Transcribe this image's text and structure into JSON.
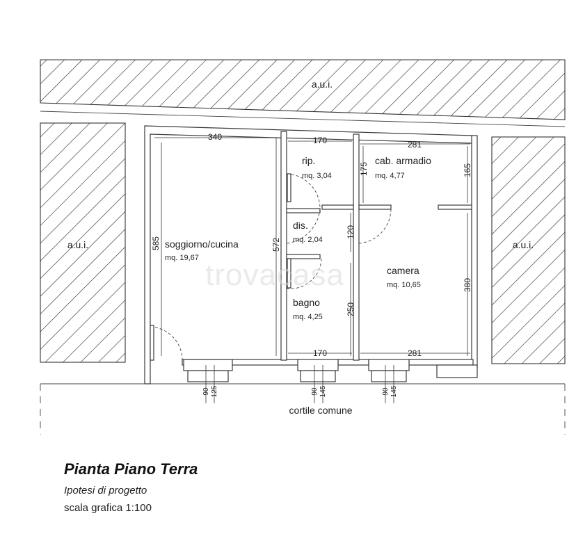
{
  "labels": {
    "aui_top": "a.u.i.",
    "aui_left": "a.u.i.",
    "aui_right": "a.u.i.",
    "courtyard": "cortile comune",
    "watermark": "trovacasa"
  },
  "rooms": {
    "soggiorno": {
      "name": "soggiorno/cucina",
      "area": "mq. 19,67"
    },
    "rip": {
      "name": "rip.",
      "area": "mq. 3,04"
    },
    "dis": {
      "name": "dis.",
      "area": "mq. 2,04"
    },
    "bagno": {
      "name": "bagno",
      "area": "mq. 4,25"
    },
    "cabina": {
      "name": "cab. armadio",
      "area": "mq. 4,77"
    },
    "camera": {
      "name": "camera",
      "area": "mq. 10,65"
    }
  },
  "dimensions": {
    "top_left": "340",
    "top_mid": "170",
    "top_right": "281",
    "bottom_mid": "170",
    "bottom_right": "281",
    "v_soggiorno": "585",
    "v_left_corridor": "572",
    "v_cabina_left": "175",
    "v_cabina_right": "165",
    "v_dis": "120",
    "v_bagno": "250",
    "v_camera": "380",
    "win1_a": "90",
    "win1_b": "125",
    "win2_a": "90",
    "win2_b": "145",
    "win3_a": "90",
    "win3_b": "145"
  },
  "caption": {
    "title": "Pianta Piano Terra",
    "subtitle": "Ipotesi di progetto",
    "scale": "scala grafica 1:100"
  }
}
